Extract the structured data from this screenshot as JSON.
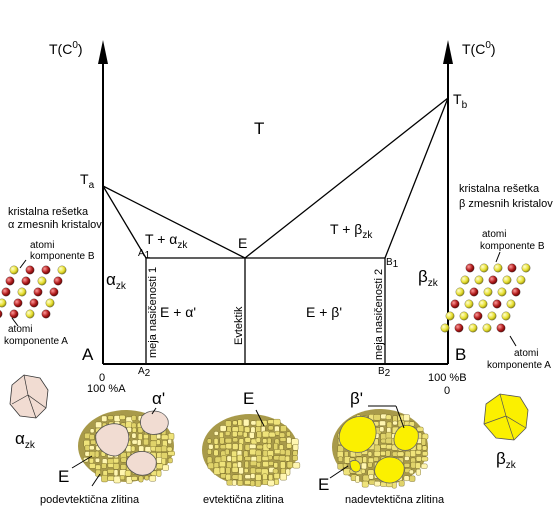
{
  "axes": {
    "left_title": "T(C",
    "left_sup": "0",
    "right_title": "T(C",
    "right_sup": "0"
  },
  "points": {
    "ta_main": "T",
    "ta_sub": "a",
    "tb_main": "T",
    "tb_sub": "b",
    "e": "E",
    "a1_main": "A",
    "a1_sub": "1",
    "b1_main": "B",
    "b1_sub": "1",
    "a2_main": "A",
    "a2_sub": "2",
    "b2_main": "B",
    "b2_sub": "2"
  },
  "regions": {
    "liquid": "T",
    "t_plus_alpha": "T + α",
    "t_plus_alpha_sub": "zk",
    "t_plus_beta": "T + β",
    "t_plus_beta_sub": "zk",
    "e_plus_alpha": "E + α'",
    "e_plus_beta": "E + β'",
    "alpha_zk": "α",
    "alpha_zk_sub": "zk",
    "beta_zk": "β",
    "beta_zk_sub": "zk"
  },
  "vertical_labels": {
    "limit1": "meja nasičenosti 1",
    "eutectic": "Evtektik",
    "limit2": "meja nasičenosti 2"
  },
  "corners": {
    "a": "A",
    "b": "B",
    "zero_left": "0",
    "pct_a": "100 %A",
    "pct_b": "100 %B",
    "zero_right": "0"
  },
  "left_side": {
    "title_line1": "kristalna rešetka",
    "title_line2": "α zmesnih kristalov",
    "atoms_b_line1": "atomi",
    "atoms_b_line2": "komponente B",
    "atoms_a_line1": "atomi",
    "atoms_a_line2": "komponente A",
    "grain_main": "α",
    "grain_sub": "zk"
  },
  "right_side": {
    "title_line1": "kristalna rešetka",
    "title_line2": "β zmesnih kristalov",
    "atoms_b_line1": "atomi",
    "atoms_b_line2": "komponente B",
    "atoms_a_line1": "atomi",
    "atoms_a_line2": "komponente A",
    "grain_main": "β",
    "grain_sub": "zk"
  },
  "microstructures": {
    "hypo_alpha": "α'",
    "hypo_e": "E",
    "hypo_caption": "podevtektična zlitina",
    "eut_e": "E",
    "eut_caption": "evtektična zlitina",
    "hyper_beta": "β'",
    "hyper_e": "E",
    "hyper_caption": "nadevtektična zlitina"
  },
  "colors": {
    "alpha_grain": "#f1dcd2",
    "beta_grain": "#fbf000",
    "eutectic_cell": "#efe37a",
    "atom_a": "#b01a1a",
    "atom_b": "#f0ea3c"
  }
}
